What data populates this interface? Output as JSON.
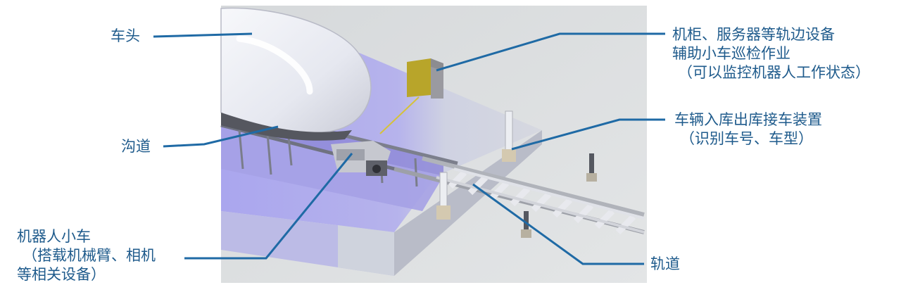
{
  "labels": {
    "chetou": "车头",
    "goudao": "沟道",
    "robot": [
      "机器人小车",
      "（搭载机械臂、相机",
      "等相关设备）"
    ],
    "cabinet": [
      "机柜、服务器等轨边设备",
      "辅助小车巡检作业",
      "（可以监控机器人工作状态）"
    ],
    "entry": [
      "车辆入库出库接车装置",
      "（识别车号、车型）"
    ],
    "guidao": "轨道"
  },
  "colors": {
    "label_text": "#1f5b8c",
    "leader_line": "#1f6aa5",
    "background_render": "#d9dcdd",
    "pit_zone": "#a9a4ec",
    "slab": "#cdd0e6",
    "train": "#eef0f6"
  },
  "icons": [
    "train-head",
    "cabinet",
    "robot-cart",
    "rail-track",
    "sensor-post"
  ]
}
